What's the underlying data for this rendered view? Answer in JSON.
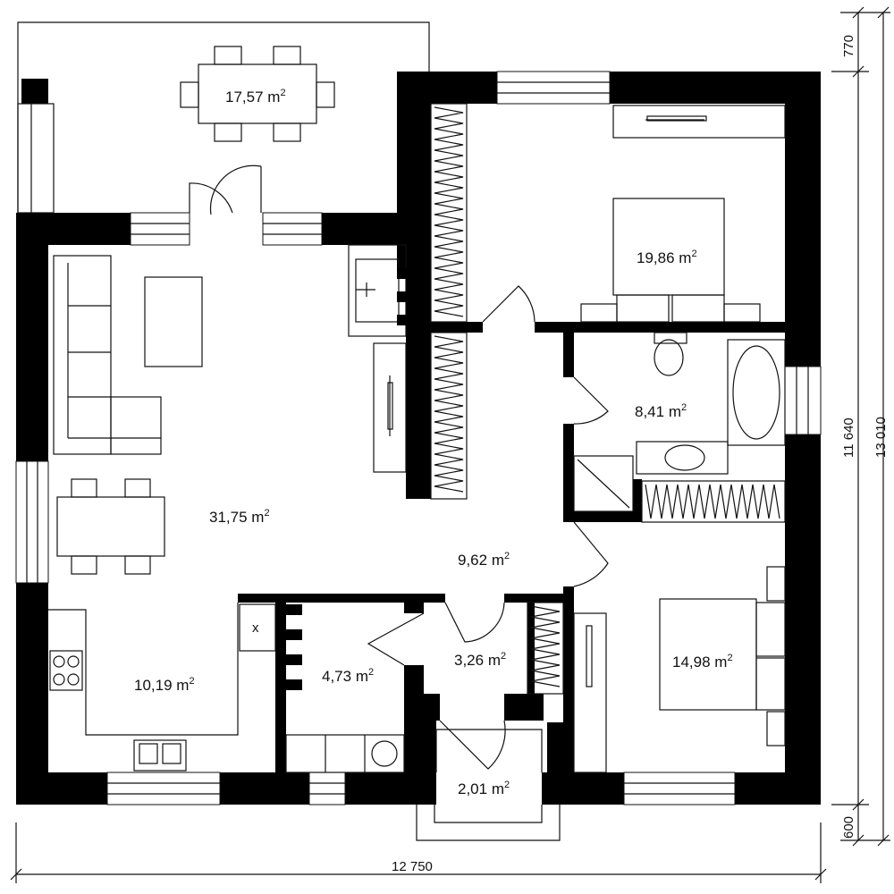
{
  "rooms": [
    {
      "id": "terrace",
      "area": "17,57",
      "unit": "m",
      "exp": "2"
    },
    {
      "id": "living",
      "area": "31,75",
      "unit": "m",
      "exp": "2"
    },
    {
      "id": "kitchen",
      "area": "10,19",
      "unit": "m",
      "exp": "2"
    },
    {
      "id": "bedroom-1",
      "area": "19,86",
      "unit": "m",
      "exp": "2"
    },
    {
      "id": "bathroom",
      "area": "8,41",
      "unit": "m",
      "exp": "2"
    },
    {
      "id": "hall",
      "area": "9,62",
      "unit": "m",
      "exp": "2"
    },
    {
      "id": "laundry",
      "area": "4,73",
      "unit": "m",
      "exp": "2"
    },
    {
      "id": "vestibule",
      "area": "3,26",
      "unit": "m",
      "exp": "2"
    },
    {
      "id": "entrance",
      "area": "2,01",
      "unit": "m",
      "exp": "2"
    },
    {
      "id": "bedroom-2",
      "area": "14,98",
      "unit": "m",
      "exp": "2"
    }
  ],
  "dimensions": {
    "total_width": "12 750",
    "total_height": "13 010",
    "house_height": "11 640",
    "top_offset": "770",
    "bottom_offset": "600"
  }
}
